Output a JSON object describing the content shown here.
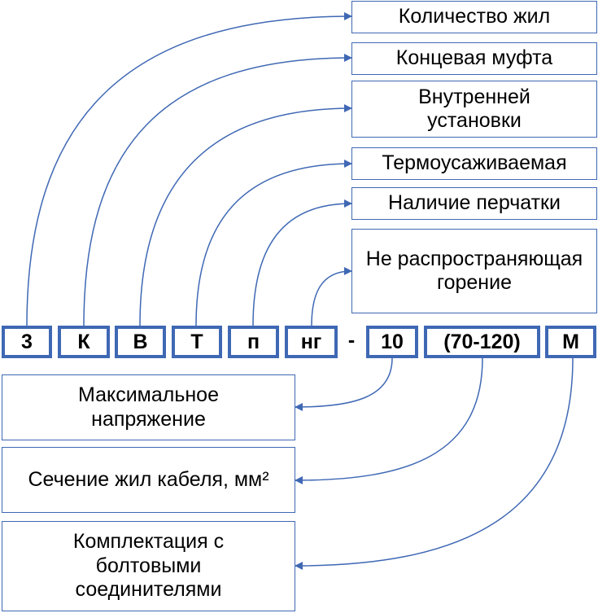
{
  "code_parts": [
    "3",
    "К",
    "В",
    "Т",
    "п",
    "нг",
    "-",
    "10",
    "(70-120)",
    "М"
  ],
  "top_labels": [
    "Количество жил",
    "Концевая муфта",
    "Внутренней установки",
    "Термоусаживаемая",
    "Наличие перчатки",
    "Не распространяющая горение"
  ],
  "bottom_labels": [
    "Максимальное напряжение",
    "Сечение жил кабеля, мм²",
    "Комплектация с болтовыми соединителями"
  ],
  "colors": {
    "accent": "#3f68b4",
    "text": "#000000"
  }
}
